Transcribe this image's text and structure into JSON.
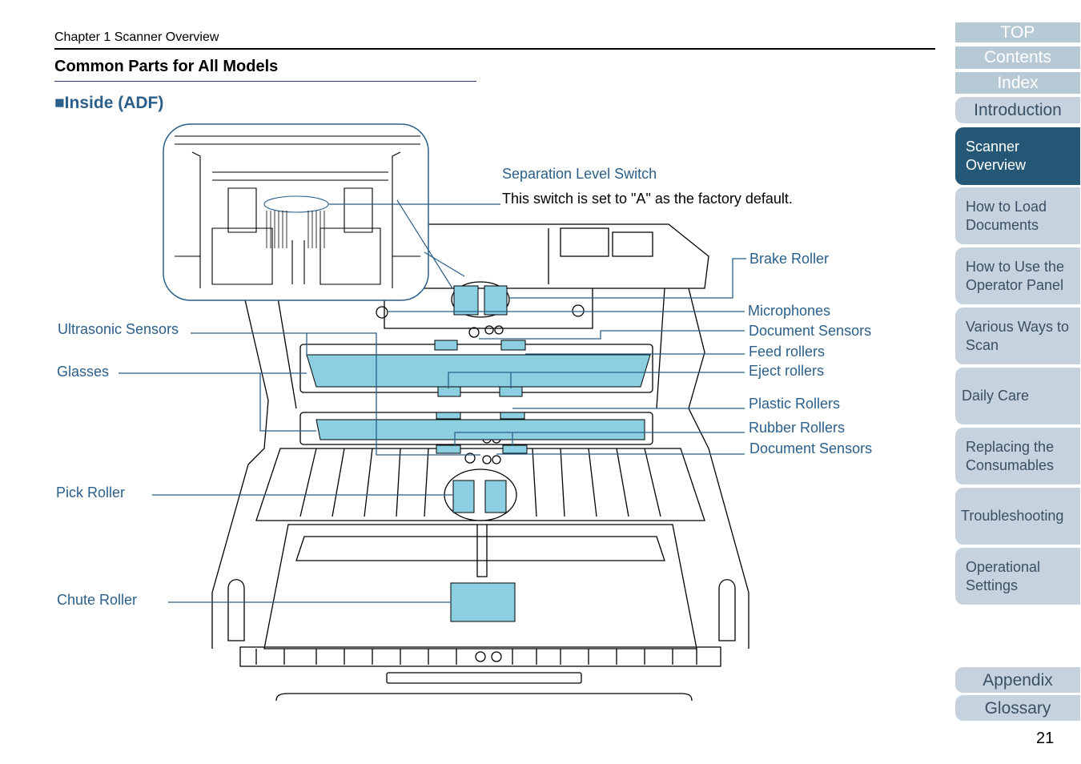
{
  "header": {
    "chapter": "Chapter 1 Scanner Overview",
    "section_title": "Common Parts for All Models",
    "sub_title": "■Inside (ADF)"
  },
  "callouts": {
    "separation_switch": "Separation Level Switch",
    "separation_note": "This switch is set to \"A\" as the factory default.",
    "brake_roller": "Brake Roller",
    "microphones": "Microphones",
    "document_sensors_top": "Document Sensors",
    "feed_rollers": "Feed rollers",
    "eject_rollers": "Eject rollers",
    "plastic_rollers": "Plastic Rollers",
    "rubber_rollers": "Rubber Rollers",
    "document_sensors_bottom": "Document Sensors",
    "ultrasonic_sensors": "Ultrasonic Sensors",
    "glasses": "Glasses",
    "pick_roller": "Pick Roller",
    "chute_roller": "Chute Roller"
  },
  "nav": {
    "top": "TOP",
    "contents": "Contents",
    "index": "Index",
    "introduction": "Introduction",
    "tabs": [
      {
        "l1": "Scanner",
        "l2": "Overview"
      },
      {
        "l1": "How to Load",
        "l2": "Documents"
      },
      {
        "l1": "How to Use the",
        "l2": "Operator Panel"
      },
      {
        "l1": "Various Ways to",
        "l2": "Scan"
      },
      {
        "l1": "Daily Care",
        "l2": ""
      },
      {
        "l1": "Replacing the",
        "l2": "Consumables"
      },
      {
        "l1": "Troubleshooting",
        "l2": ""
      },
      {
        "l1": "Operational",
        "l2": "Settings"
      }
    ],
    "appendix": "Appendix",
    "glossary": "Glossary"
  },
  "page_number": "21",
  "colors": {
    "accent_blue": "#2b5f8a",
    "highlight_cyan": "#8ccfe0",
    "nav_active": "#255877",
    "nav_inactive": "#c6d3de",
    "nav_button": "#b8c9d6"
  }
}
